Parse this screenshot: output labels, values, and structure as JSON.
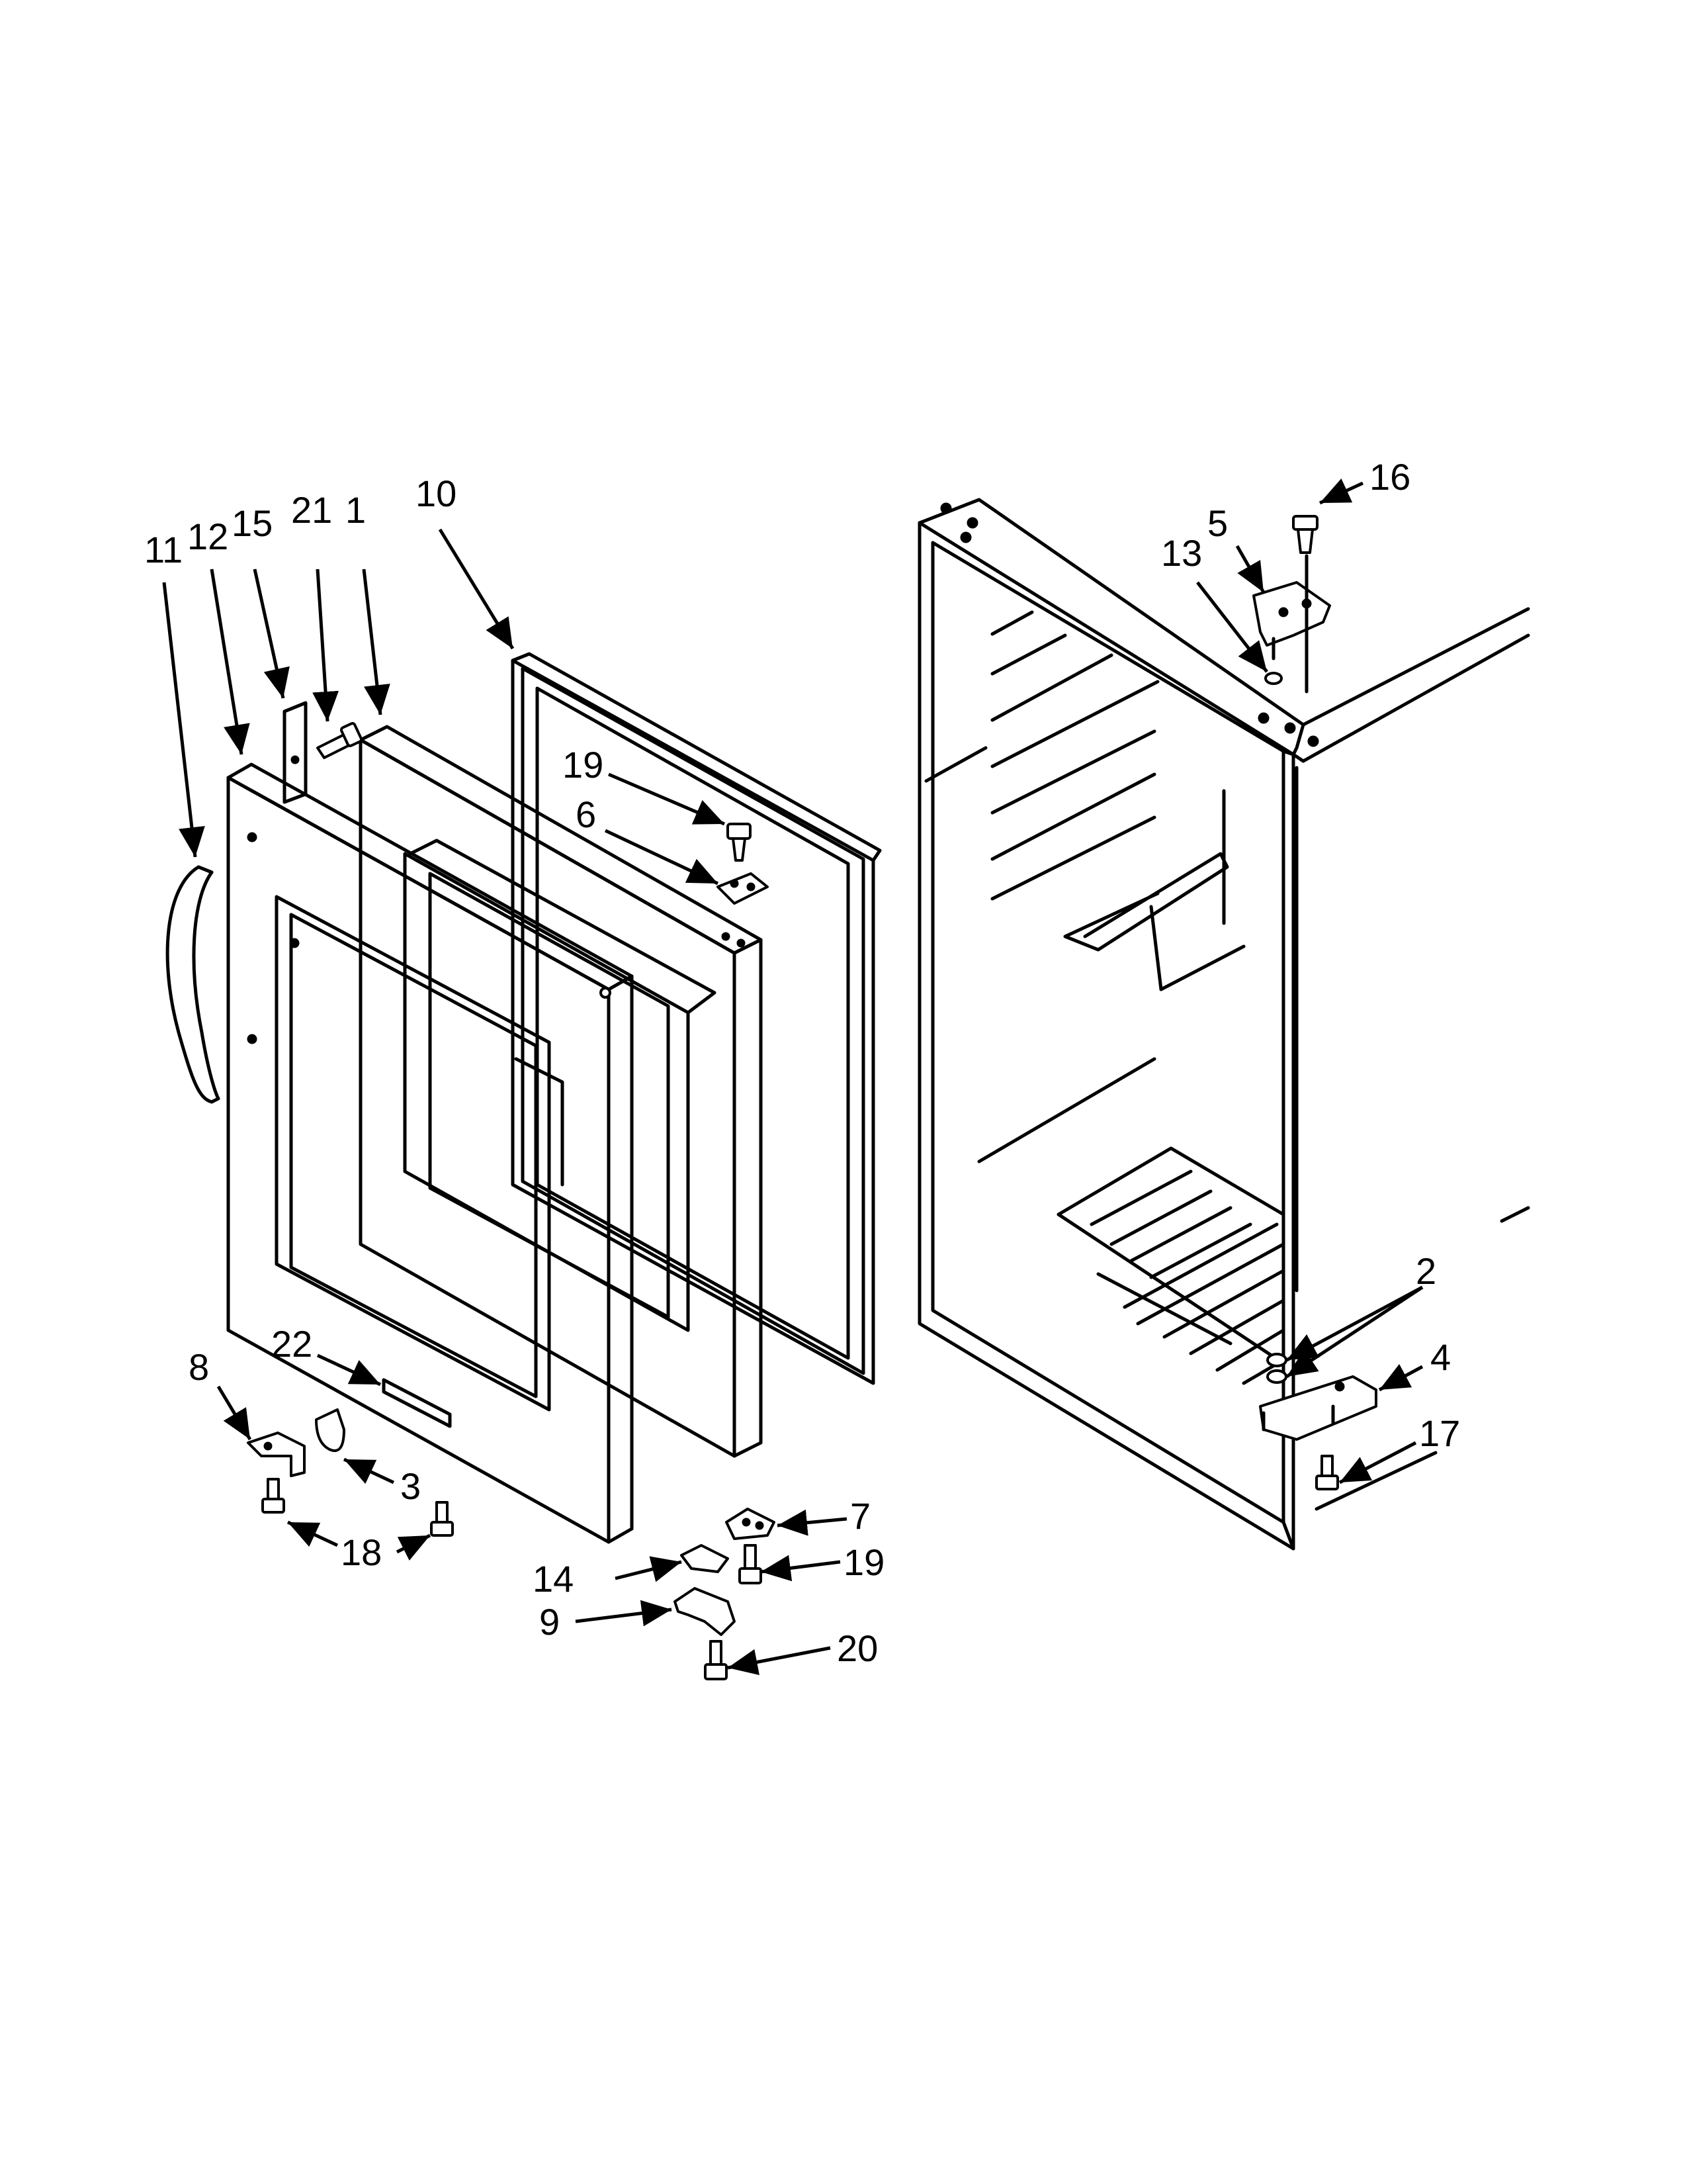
{
  "diagram": {
    "callouts": [
      "1",
      "2",
      "3",
      "4",
      "5",
      "6",
      "7",
      "8",
      "9",
      "10",
      "11",
      "12",
      "13",
      "14",
      "15",
      "16",
      "17",
      "18",
      "19",
      "19",
      "20",
      "21",
      "22"
    ]
  }
}
